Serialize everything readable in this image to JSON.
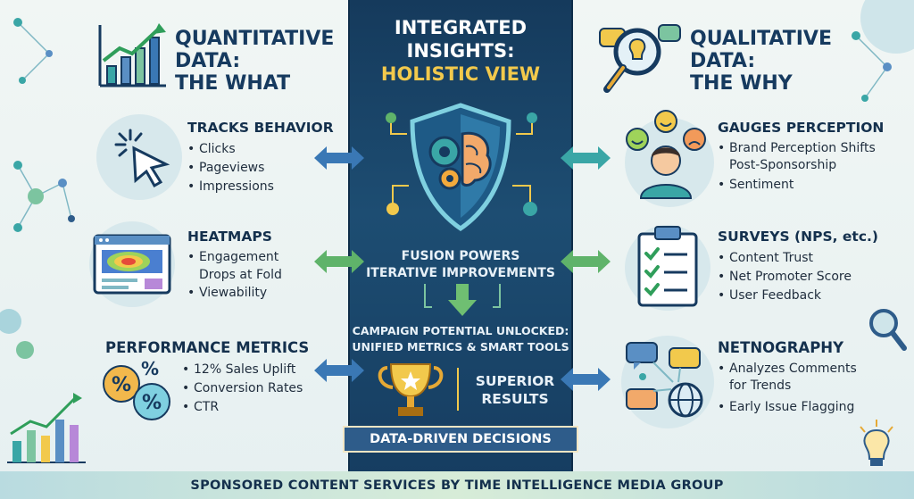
{
  "left_title": "QUANTITATIVE\nDATA:\nTHE WHAT",
  "right_title": "QUALITATIVE\nDATA:\nTHE WHY",
  "center_title": {
    "line1": "INTEGRATED",
    "line2": "INSIGHTS:",
    "line3": "HOLISTIC VIEW"
  },
  "left_sections": [
    {
      "heading": "TRACKS BEHAVIOR",
      "items": [
        "Clicks",
        "Pageviews",
        "Impressions"
      ],
      "icon": "cursor-icon"
    },
    {
      "heading": "HEATMAPS",
      "items": [
        "Engagement\nDrops at Fold",
        "Viewability"
      ],
      "icon": "heatmap-icon"
    },
    {
      "heading": "PERFORMANCE METRICS",
      "items": [
        "12% Sales Uplift",
        "Conversion Rates",
        "CTR"
      ],
      "icon": "percent-icon"
    }
  ],
  "right_sections": [
    {
      "heading": "GAUGES PERCEPTION",
      "items": [
        "Brand Perception Shifts\nPost-Sponsorship",
        "Sentiment"
      ],
      "icon": "person-emotions-icon"
    },
    {
      "heading": "SURVEYS (NPS, etc.)",
      "items": [
        "Content Trust",
        "Net Promoter Score",
        "User Feedback"
      ],
      "icon": "clipboard-checklist-icon"
    },
    {
      "heading": "NETNOGRAPHY",
      "items": [
        "Analyzes Comments\nfor Trends",
        "Early Issue Flagging"
      ],
      "icon": "chat-globe-icon"
    }
  ],
  "center": {
    "fusion": "FUSION POWERS\nITERATIVE IMPROVEMENTS",
    "campaign": "CAMPAIGN POTENTIAL UNLOCKED:\nUNIFIED METRICS & SMART TOOLS",
    "superior": "SUPERIOR\nRESULTS",
    "ribbon": "DATA-DRIVEN DECISIONS",
    "shield_icon": "shield-gear-brain-icon",
    "trophy_icon": "trophy-icon"
  },
  "footer": "SPONSORED CONTENT SERVICES BY TIME INTELLIGENCE MEDIA GROUP",
  "colors": {
    "navy": "#163a5f",
    "center_bg": "#1d4d72",
    "gold": "#f2c94c",
    "arrow_blue": "#3a78b5",
    "arrow_green": "#5fb36a",
    "arrow_teal": "#3aa6a6"
  }
}
